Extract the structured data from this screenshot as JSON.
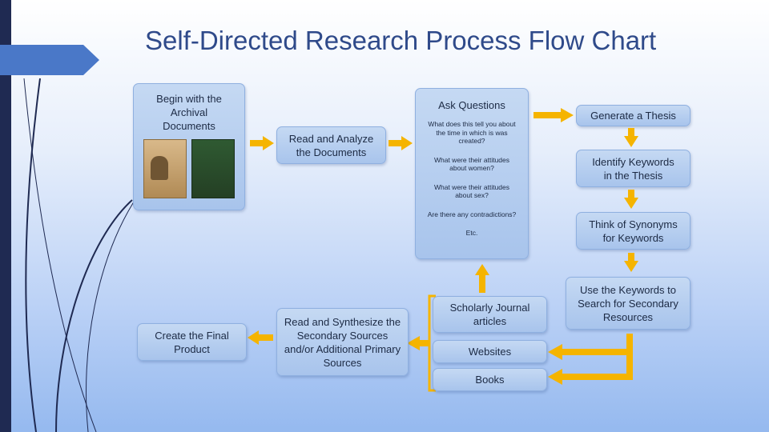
{
  "title": "Self-Directed Research Process Flow Chart",
  "colors": {
    "arrow": "#f5b400",
    "box": "#b4cdef",
    "accent": "#1f2a52"
  },
  "nodes": {
    "begin": "Begin with the Archival Documents",
    "read_analyze": "Read and Analyze the Documents",
    "ask": {
      "heading": "Ask Questions",
      "questions": [
        "What does this tell you about the time in which is was created?",
        "What were their attitudes about women?",
        "What were their attitudes about sex?",
        "Are there any contradictions?",
        "Etc."
      ]
    },
    "thesis": "Generate a Thesis",
    "keywords": "Identify Keywords in the Thesis",
    "synonyms": "Think of Synonyms for Keywords",
    "search": "Use the Keywords to Search for Secondary Resources",
    "journal": "Scholarly Journal articles",
    "websites": "Websites",
    "books": "Books",
    "synthesize": "Read and Synthesize the Secondary Sources and/or Additional Primary Sources",
    "final": "Create the Final Product"
  }
}
